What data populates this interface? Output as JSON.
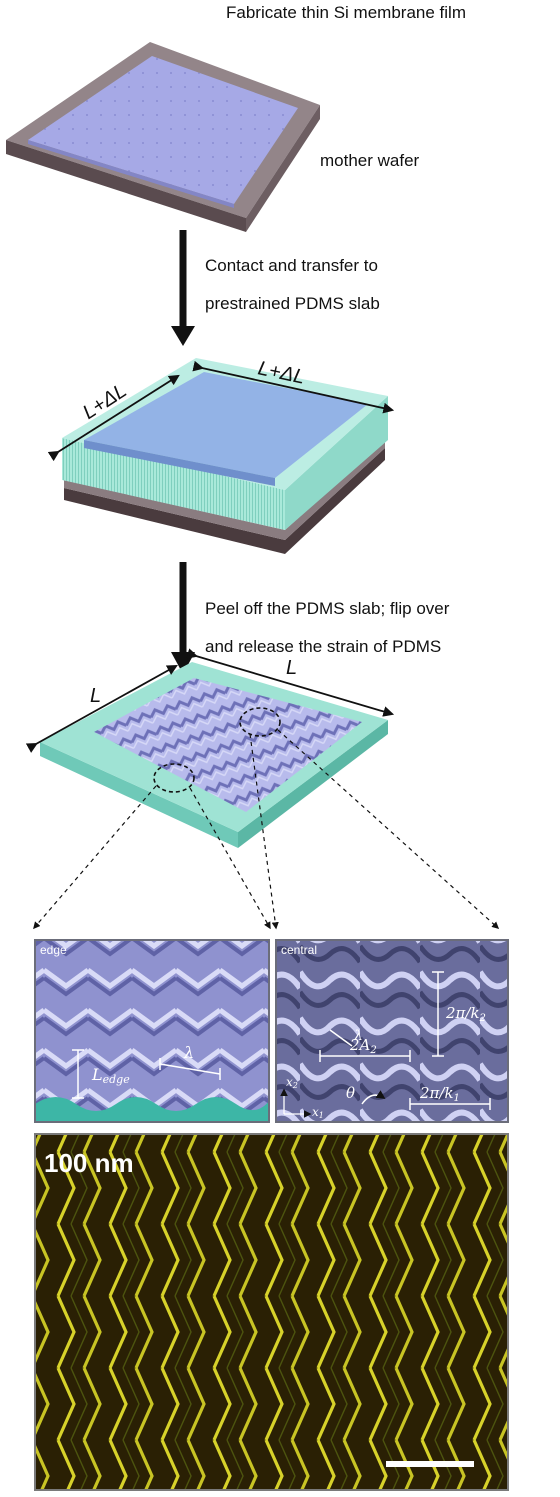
{
  "steps": {
    "step1_title": "Fabricate thin Si membrane film",
    "wafer_label": "mother wafer",
    "step2_line1": "Contact and transfer to",
    "step2_line2": "prestrained PDMS slab",
    "step3_line1": "Peel off the PDMS slab; flip over",
    "step3_line2": "and release the strain of PDMS"
  },
  "dimensions": {
    "prestrained_left": "L+ΔL",
    "prestrained_right": "L+ΔL",
    "relaxed_left": "L",
    "relaxed_right": "L"
  },
  "panels": {
    "edge_label": "edge",
    "central_label": "central",
    "lambda": "λ",
    "l_edge_main": "L",
    "l_edge_sub": "edge",
    "two_a2_main": "2A",
    "two_a2_sub": "2",
    "two_pi_k2_main": "2π/k",
    "two_pi_k2_sub": "2",
    "two_pi_k1_main": "2π/k",
    "two_pi_k1_sub": "1",
    "theta": "θ",
    "x1_main": "x",
    "x1_sub": "1",
    "x2_main": "x",
    "x2_sub": "2"
  },
  "micrograph": {
    "scale_label": "100 nm"
  },
  "colors": {
    "membrane": "#a6a9e6",
    "wafer": "#8a7c80",
    "pdms": "#9fe3d4",
    "wrinkle": "#9c9fd8",
    "micrograph_line": "#d7d22a",
    "micrograph_bg": "#2a2004"
  }
}
